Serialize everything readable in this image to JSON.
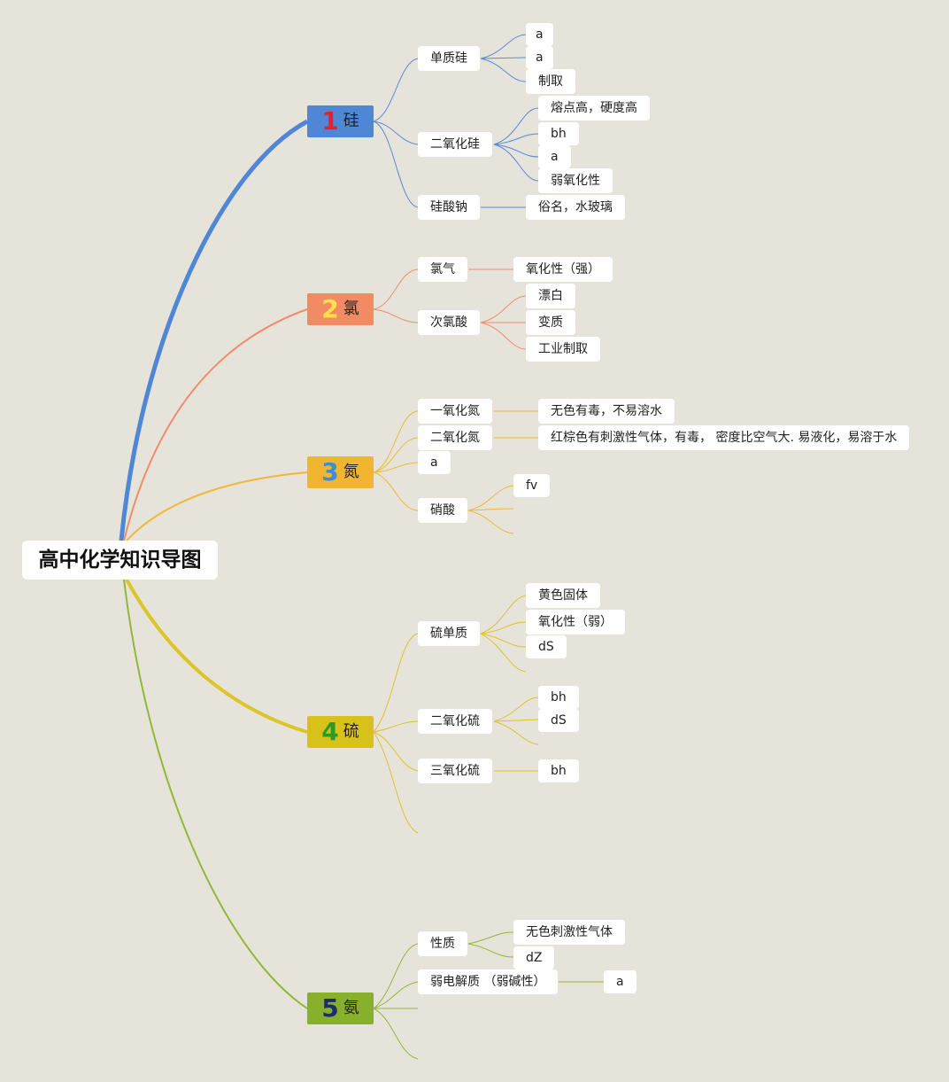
{
  "title": "高中化学知识导图",
  "branches": [
    {
      "num": "1",
      "name": "硅",
      "color": "#4f86d6",
      "num_color": "#e8202a",
      "line_color": "#5a8ad6"
    },
    {
      "num": "2",
      "name": "氯",
      "color": "#f28a64",
      "num_color": "#ffe04a",
      "line_color": "#f08c6c"
    },
    {
      "num": "3",
      "name": "氮",
      "color": "#f2b530",
      "num_color": "#3a8fd8",
      "line_color": "#f0b838"
    },
    {
      "num": "4",
      "name": "硫",
      "color": "#d8c21a",
      "num_color": "#2c9a2a",
      "line_color": "#dcc42a"
    },
    {
      "num": "5",
      "name": "氨",
      "color": "#88b02a",
      "num_color": "#1e2e66",
      "line_color": "#92b83a"
    }
  ],
  "nodes": {
    "si_elem": "单质硅",
    "si_a1": "a",
    "si_a2": "a",
    "si_make": "制取",
    "sio2": "二氧化硅",
    "sio2_melt": "熔点高，硬度高",
    "sio2_bh": "bh",
    "sio2_a": "a",
    "sio2_weak": "弱氧化性",
    "na2sio3": "硅酸钠",
    "na2sio3_name": "俗名，水玻璃",
    "cl2": "氯气",
    "cl2_ox": "氧化性（强）",
    "hclo": "次氯酸",
    "hclo_bleach": "漂白",
    "hclo_change": "变质",
    "hclo_ind": "工业制取",
    "no": "一氧化氮",
    "no_desc": "无色有毒，不易溶水",
    "no2": "二氧化氮",
    "no2_desc": "红棕色有刺激性气体，有毒， 密度比空气大. 易液化，易溶于水",
    "n_a": "a",
    "hno3": "硝酸",
    "hno3_fv": "fv",
    "s_elem": "硫单质",
    "s_yellow": "黄色固体",
    "s_ox": "氧化性（弱）",
    "s_ds": "dS",
    "so2": "二氧化硫",
    "so2_bh": "bh",
    "so2_ds": "dS",
    "so3": "三氧化硫",
    "so3_bh": "bh",
    "nh3_prop": "性质",
    "nh3_gas": "无色刺激性气体",
    "nh3_dz": "dZ",
    "nh3_weak": "弱电解质 （弱碱性）",
    "nh3_a": "a"
  }
}
